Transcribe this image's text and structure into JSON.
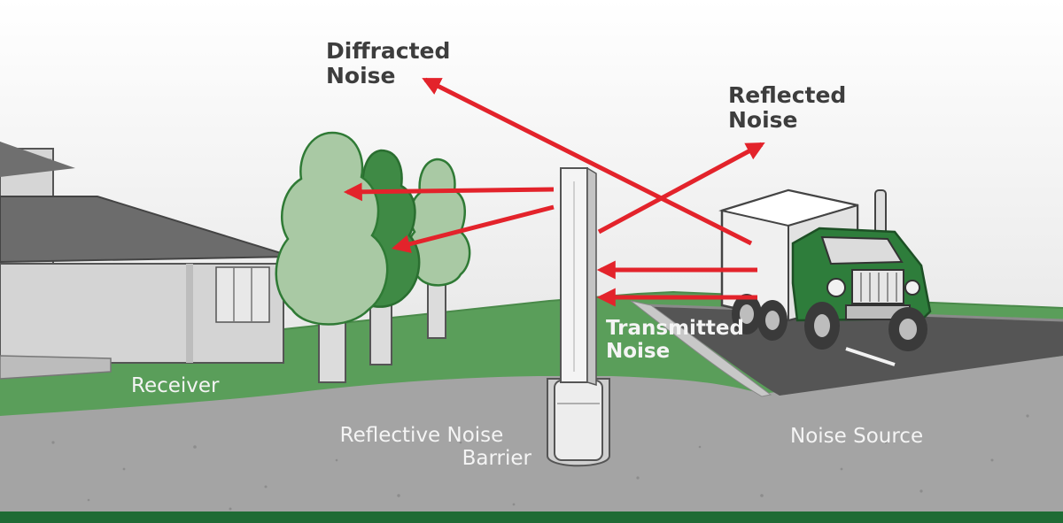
{
  "labels": {
    "diffracted": {
      "line1": "Diffracted",
      "line2": "Noise"
    },
    "reflected": {
      "line1": "Reflected",
      "line2": "Noise"
    },
    "transmitted": {
      "line1": "Transmitted",
      "line2": "Noise"
    },
    "receiver": "Receiver",
    "barrier": {
      "line1": "Reflective Noise",
      "line2": "Barrier"
    },
    "source": "Noise Source"
  },
  "colors": {
    "arrow": "#e3232b",
    "grass": "#5a9e5a",
    "ground": "#a4a4a4",
    "road": "#555555",
    "truck_cab": "#2e7d3b",
    "footer_bar": "#1f6b35"
  },
  "icons": {
    "receiver": "house-icon",
    "trees": "tree-icon",
    "barrier": "noise-barrier-wall",
    "source": "truck-icon"
  }
}
